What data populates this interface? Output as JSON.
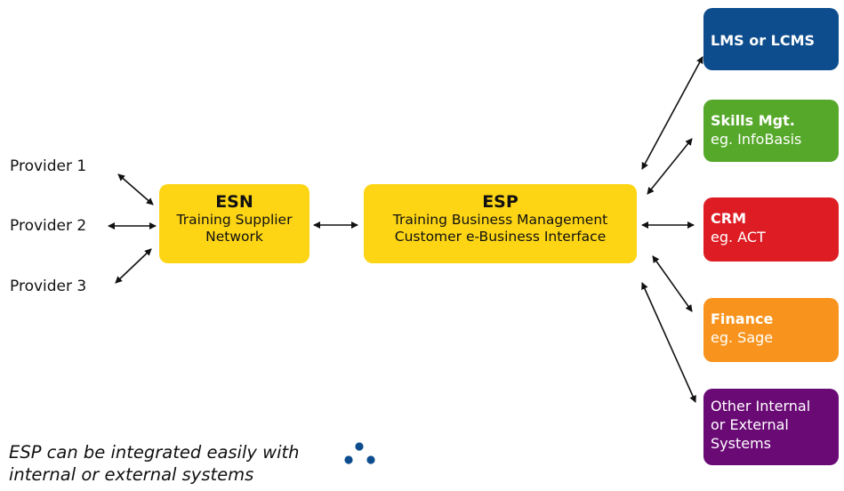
{
  "providers": [
    "Provider 1",
    "Provider 2",
    "Provider 3"
  ],
  "esn": {
    "title": "ESN",
    "lines": [
      "Training Supplier",
      "Network"
    ]
  },
  "esp": {
    "title": "ESP",
    "lines": [
      "Training Business Management",
      "Customer e-Business Interface"
    ]
  },
  "systems": [
    {
      "title": "LMS or LCMS",
      "subtitle": "",
      "color": "#0e4d8d"
    },
    {
      "title": "Skills Mgt.",
      "subtitle": "eg. InfoBasis",
      "color": "#56a82a"
    },
    {
      "title": "CRM",
      "subtitle": "eg. ACT",
      "color": "#de1c24"
    },
    {
      "title": "Finance",
      "subtitle": "eg. Sage",
      "color": "#f8941d"
    },
    {
      "title": "",
      "lines": [
        "Other Internal",
        "or External",
        "Systems"
      ],
      "color": "#6a0a75"
    }
  ],
  "note": {
    "line1": "ESP can be integrated easily with",
    "line2": "internal or external systems"
  },
  "logo": {
    "icon": "three-dots-logo-icon",
    "color": "#0e4d8d"
  }
}
